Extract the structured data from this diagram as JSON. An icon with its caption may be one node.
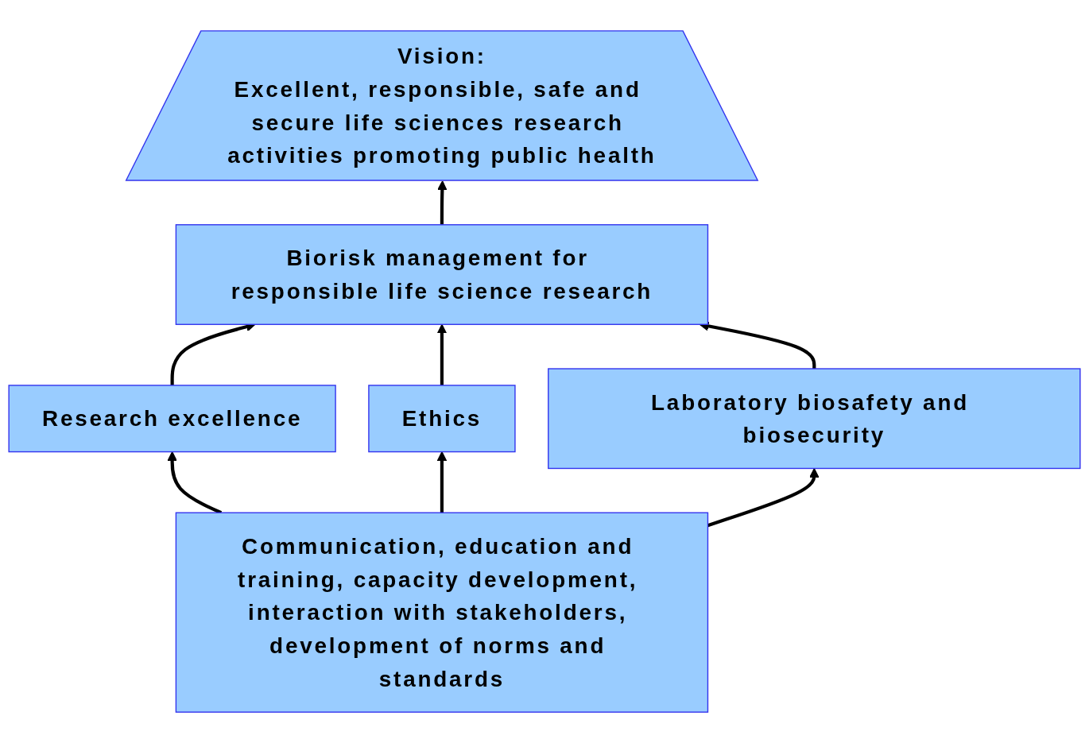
{
  "diagram": {
    "nodes": [
      {
        "text": [
          "Vision:",
          "Excellent, responsible, safe and secure life sciences research activities promoting public health"
        ]
      },
      {
        "text": [
          "Biorisk management for responsible life science research"
        ]
      },
      {
        "text": [
          "Research excellence"
        ]
      },
      {
        "text": [
          "Ethics"
        ]
      },
      {
        "text": [
          "Laboratory biosafety and biosecurity"
        ]
      },
      {
        "text": [
          "Communication, education and training, capacity development, interaction with stakeholders, development of norms and standards"
        ]
      }
    ],
    "edges": [
      {
        "from": 1,
        "to": 0,
        "arrow": "to"
      },
      {
        "from": 2,
        "to": 1,
        "arrow": "to"
      },
      {
        "from": 3,
        "to": 1,
        "arrow": "to"
      },
      {
        "from": 4,
        "to": 1,
        "arrow": "to"
      },
      {
        "from": 5,
        "to": 2,
        "arrow": "to"
      },
      {
        "from": 5,
        "to": 3,
        "arrow": "to"
      },
      {
        "from": 5,
        "to": 4,
        "arrow": "to"
      }
    ]
  }
}
